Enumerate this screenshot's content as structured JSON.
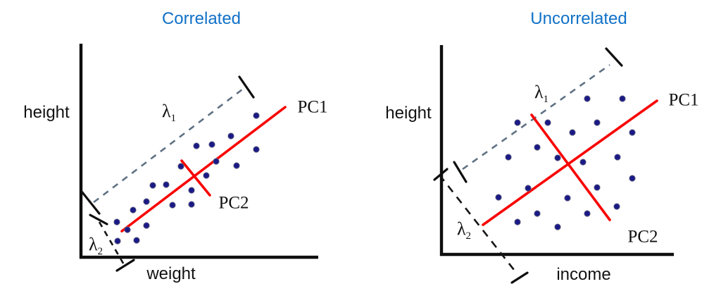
{
  "figure": {
    "colors": {
      "title_blue": "#1171C7",
      "line_red": "#F80400",
      "dot_navy": "#1A1A86",
      "dash_slate": "#5F7183",
      "dash_black": "#141414",
      "axis_black": "#0E0E0E"
    },
    "panels": [
      {
        "key": "correlated",
        "title": "Correlated",
        "y_label": "height",
        "x_label": "weight",
        "pc1_label": "PC1",
        "pc2_label": "PC2",
        "lambda1": {
          "base": "λ",
          "sub": "1"
        },
        "lambda2": {
          "base": "λ",
          "sub": "2"
        },
        "geometry": {
          "y_axis": [
            115,
            62,
            115,
            367
          ],
          "x_axis": [
            113,
            365,
            452,
            365
          ],
          "pc_lines": [
            {
              "name": "pc1",
              "line": [
                173,
                328,
                405,
                152
              ]
            },
            {
              "name": "pc2",
              "line": [
                258,
                228,
                298,
                277
              ]
            }
          ],
          "measures": [
            {
              "name": "lambda1",
              "color_key": "dash_slate",
              "dash": "9 8",
              "line": [
                133,
                287,
                344,
                127
              ],
              "ticks": [
                [
                  117,
                  273,
                  141,
                  303
                ],
                [
                  340,
                  109,
                  360,
                  138
                ]
              ]
            },
            {
              "name": "lambda2",
              "color_key": "dash_black",
              "dash": "8 7",
              "line": [
                141,
                315,
                177,
                377
              ],
              "ticks": [
                [
                  128,
                  305,
                  152,
                  318
                ],
                [
                  166,
                  384,
                  190,
                  369
                ]
              ]
            }
          ],
          "dots": [
            [
              364,
              164
            ],
            [
              328,
              193
            ],
            [
              301,
              205
            ],
            [
              279,
              207
            ],
            [
              364,
              212
            ],
            [
              307,
              229
            ],
            [
              257,
              236
            ],
            [
              336,
              235
            ],
            [
              293,
              249
            ],
            [
              236,
              262
            ],
            [
              217,
              263
            ],
            [
              272,
              270
            ],
            [
              208,
              286
            ],
            [
              245,
              291
            ],
            [
              272,
              290
            ],
            [
              189,
              298
            ],
            [
              166,
              315
            ],
            [
              208,
              320
            ],
            [
              181,
              326
            ],
            [
              167,
              342
            ],
            [
              194,
              341
            ]
          ]
        }
      },
      {
        "key": "uncorrelated",
        "title": "Uncorrelated",
        "y_label": "height",
        "x_label": "income",
        "pc1_label": "PC1",
        "pc2_label": "PC2",
        "lambda1": {
          "base": "λ",
          "sub": "1"
        },
        "lambda2": {
          "base": "λ",
          "sub": "2"
        },
        "geometry": {
          "y_axis": [
            627,
            64,
            627,
            363
          ],
          "x_axis": [
            625,
            361,
            957,
            361
          ],
          "pc_lines": [
            {
              "name": "pc1",
              "line": [
                686,
                319,
                933,
                143
              ]
            },
            {
              "name": "pc2",
              "line": [
                755,
                163,
                866,
                312
              ]
            }
          ],
          "measures": [
            {
              "name": "lambda1",
              "color_key": "dash_slate",
              "dash": "9 8",
              "line": [
                657,
                240,
                866,
                92
              ],
              "ticks": [
                [
                  645,
                  230,
                  662,
                  258
                ],
                [
                  861,
                  69,
                  883,
                  93
                ]
              ]
            },
            {
              "name": "lambda2",
              "color_key": "dash_black",
              "dash": "11 9",
              "line": [
                624,
                248,
                734,
                388
              ],
              "ticks": [
                [
                  617,
                  255,
                  635,
                  240
                ],
                [
                  727,
                  401,
                  749,
                  387
                ]
              ]
            }
          ],
          "dots": [
            [
              834,
              140
            ],
            [
              884,
              140
            ],
            [
              735,
              174
            ],
            [
              778,
              174
            ],
            [
              848,
              174
            ],
            [
              813,
              188
            ],
            [
              898,
              188
            ],
            [
              763,
              209
            ],
            [
              722,
              223
            ],
            [
              792,
              224
            ],
            [
              877,
              223
            ],
            [
              828,
              230
            ],
            [
              898,
              253
            ],
            [
              750,
              267
            ],
            [
              848,
              266
            ],
            [
              708,
              280
            ],
            [
              806,
              281
            ],
            [
              876,
              293
            ],
            [
              763,
              303
            ],
            [
              834,
              303
            ],
            [
              735,
              315
            ],
            [
              792,
              322
            ]
          ]
        }
      }
    ]
  }
}
